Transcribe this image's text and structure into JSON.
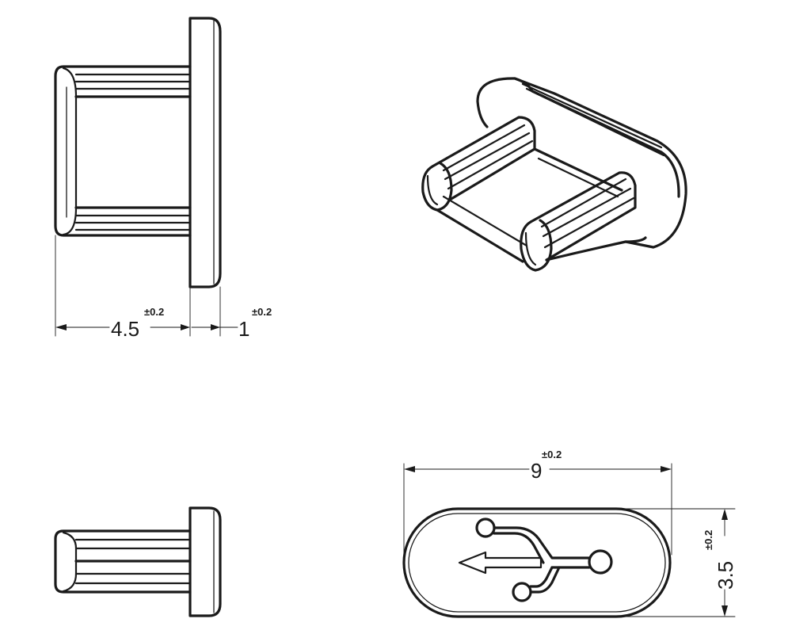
{
  "dimensions": {
    "side_body_length": {
      "value": "4.5",
      "tolerance": "±0.2"
    },
    "side_flange_thickness": {
      "value": "1",
      "tolerance": "±0.2"
    },
    "bottom_width": {
      "value": "9",
      "tolerance": "±0.2"
    },
    "bottom_height": {
      "value": "3.5",
      "tolerance": "±0.2"
    }
  },
  "symbols": {
    "end_view_icon": "usb-symbol-icon"
  },
  "colors": {
    "line": "#1a1a1a",
    "background": "#ffffff"
  }
}
